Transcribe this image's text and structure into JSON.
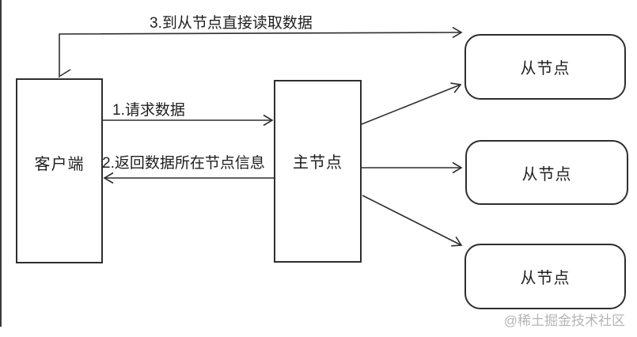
{
  "diagram": {
    "nodes": {
      "client": {
        "label": "客户端"
      },
      "master": {
        "label": "主节点"
      },
      "slave1": {
        "label": "从节点"
      },
      "slave2": {
        "label": "从节点"
      },
      "slave3": {
        "label": "从节点"
      }
    },
    "arrows": {
      "step1": {
        "label": "1.请求数据",
        "from": "client",
        "to": "master"
      },
      "step2": {
        "label": "2.返回数据所在节点信息",
        "from": "master",
        "to": "client"
      },
      "step3": {
        "label": "3.到从节点直接读取数据",
        "from": "client",
        "to": "slave1"
      },
      "master_to_slave1": {
        "label": "",
        "from": "master",
        "to": "slave1"
      },
      "master_to_slave2": {
        "label": "",
        "from": "master",
        "to": "slave2"
      },
      "master_to_slave3": {
        "label": "",
        "from": "master",
        "to": "slave3"
      }
    },
    "watermark": "@稀土掘金技术社区",
    "colors": {
      "stroke": "#2e2e2e",
      "text": "#1f1f1f",
      "watermark": "#b5b5b5",
      "background": "#ffffff"
    }
  }
}
